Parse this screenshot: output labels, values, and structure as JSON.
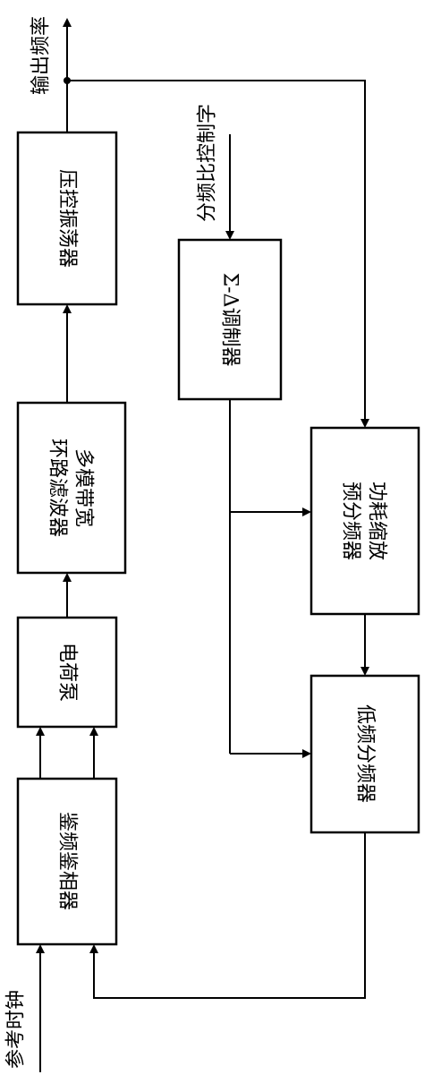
{
  "blocks": {
    "vco": "压控振荡器",
    "loop_filter_line1": "多模带宽",
    "loop_filter_line2": "环路滤波器",
    "charge_pump": "电荷泵",
    "pfd": "鉴频鉴相器",
    "sigma_delta": "Σ-Δ调制器",
    "prescaler_line1": "功耗缩放",
    "prescaler_line2": "预分频器",
    "low_freq_divider": "低频分频器"
  },
  "signals": {
    "output_frequency": "输出频率",
    "division_ratio_word": "分频比控制字",
    "reference_clock": "参考时钟"
  }
}
